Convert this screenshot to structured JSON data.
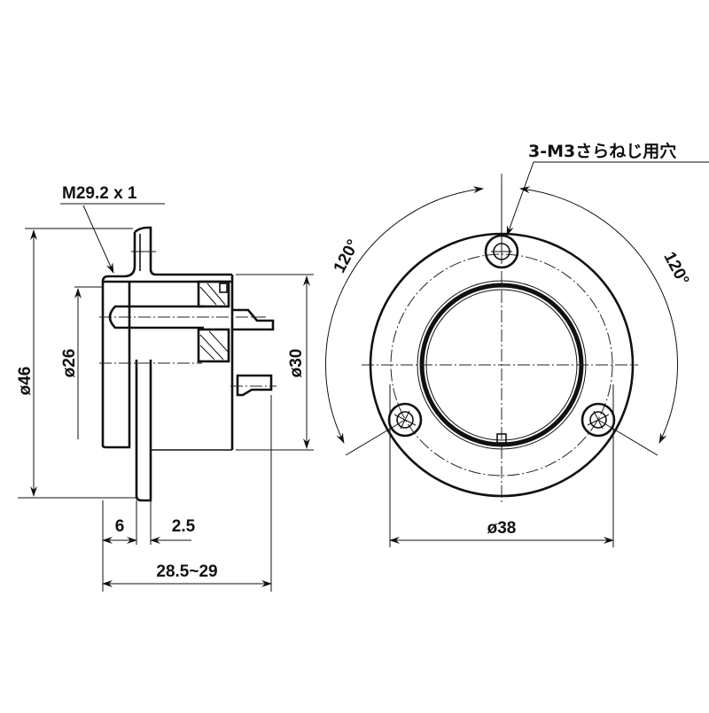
{
  "drawing": {
    "title": "Panel mount connector receptacle — dimensional drawing",
    "units": "mm",
    "stroke_color": "#111111",
    "background": "#ffffff"
  },
  "side_view": {
    "thread_callout": "M29.2 x 1",
    "dims": {
      "outer_dia": "ø46",
      "thread_dia": "ø26",
      "body_dia": "ø30",
      "thread_length": "6",
      "flange_thickness": "2.5",
      "overall_length": "28.5~29"
    }
  },
  "front_view": {
    "hole_callout": "3-M3さらねじ用穴",
    "dims": {
      "bolt_circle_dia": "ø38",
      "angle_left": "120°",
      "angle_right": "120°"
    },
    "mounting_holes": 3
  }
}
